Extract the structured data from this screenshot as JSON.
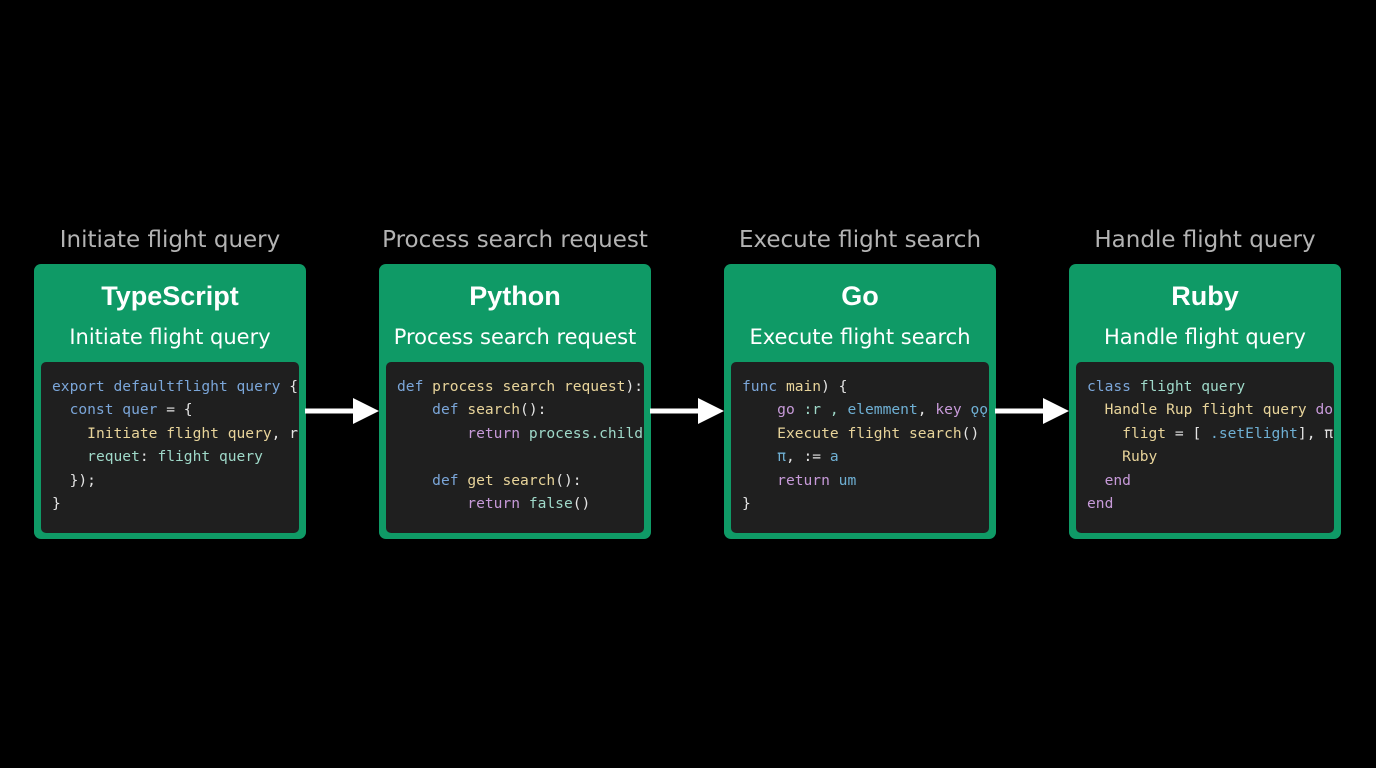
{
  "colors": {
    "background": "#000000",
    "card": "#0f9a66",
    "code_panel": "#1f1f1f",
    "caption": "#b3b3b3",
    "arrow": "#ffffff"
  },
  "stages": [
    {
      "caption": "Initiate flight query",
      "title": "TypeScript",
      "subtitle": "Initiate flight query",
      "code": [
        [
          {
            "t": "export ",
            "c": "kw"
          },
          {
            "t": "defaultflight query ",
            "c": "kw"
          },
          {
            "t": "{",
            "c": "plain"
          }
        ],
        [
          {
            "t": "  ",
            "c": "plain"
          },
          {
            "t": "const ",
            "c": "kw"
          },
          {
            "t": "quer",
            "c": "kw"
          },
          {
            "t": " = {",
            "c": "plain"
          }
        ],
        [
          {
            "t": "    ",
            "c": "plain"
          },
          {
            "t": "Initiate flight query",
            "c": "fn"
          },
          {
            "t": ", r",
            "c": "plain"
          }
        ],
        [
          {
            "t": "    ",
            "c": "plain"
          },
          {
            "t": "requet",
            "c": "prop"
          },
          {
            "t": ": ",
            "c": "plain"
          },
          {
            "t": "flight query",
            "c": "prop"
          }
        ],
        [
          {
            "t": "  });",
            "c": "plain"
          }
        ],
        [
          {
            "t": "}",
            "c": "plain"
          }
        ]
      ]
    },
    {
      "caption": "Process search request",
      "title": "Python",
      "subtitle": "Process search request",
      "code": [
        [
          {
            "t": "def ",
            "c": "kw"
          },
          {
            "t": "process search request",
            "c": "fn"
          },
          {
            "t": "):",
            "c": "plain"
          }
        ],
        [
          {
            "t": "    ",
            "c": "plain"
          },
          {
            "t": "def ",
            "c": "kw"
          },
          {
            "t": "search",
            "c": "fn"
          },
          {
            "t": "():",
            "c": "plain"
          }
        ],
        [
          {
            "t": "        ",
            "c": "plain"
          },
          {
            "t": "return ",
            "c": "ret"
          },
          {
            "t": "process.child",
            "c": "prop"
          }
        ],
        [
          {
            "t": "",
            "c": "plain"
          }
        ],
        [
          {
            "t": "    ",
            "c": "plain"
          },
          {
            "t": "def ",
            "c": "kw"
          },
          {
            "t": "get search",
            "c": "fn"
          },
          {
            "t": "():",
            "c": "plain"
          }
        ],
        [
          {
            "t": "        ",
            "c": "plain"
          },
          {
            "t": "return ",
            "c": "ret"
          },
          {
            "t": "false",
            "c": "prop"
          },
          {
            "t": "()",
            "c": "plain"
          }
        ]
      ]
    },
    {
      "caption": "Execute flight search",
      "title": "Go",
      "subtitle": "Execute flight search",
      "code": [
        [
          {
            "t": "func ",
            "c": "kw"
          },
          {
            "t": "main",
            "c": "fn"
          },
          {
            "t": ") {",
            "c": "plain"
          }
        ],
        [
          {
            "t": "    ",
            "c": "plain"
          },
          {
            "t": "go ",
            "c": "ret"
          },
          {
            "t": ":r , ",
            "c": "prop"
          },
          {
            "t": "elemment",
            "c": "num"
          },
          {
            "t": ", ",
            "c": "plain"
          },
          {
            "t": "key ",
            "c": "ret"
          },
          {
            "t": "ǫǫe",
            "c": "num"
          }
        ],
        [
          {
            "t": "    ",
            "c": "plain"
          },
          {
            "t": "Execute flight search",
            "c": "fn"
          },
          {
            "t": "() -",
            "c": "plain"
          }
        ],
        [
          {
            "t": "    ",
            "c": "plain"
          },
          {
            "t": "π",
            "c": "num"
          },
          {
            "t": ", := ",
            "c": "plain"
          },
          {
            "t": "a",
            "c": "num"
          }
        ],
        [
          {
            "t": "    ",
            "c": "plain"
          },
          {
            "t": "return ",
            "c": "ret"
          },
          {
            "t": "um",
            "c": "num"
          }
        ],
        [
          {
            "t": "}",
            "c": "plain"
          }
        ]
      ]
    },
    {
      "caption": "Handle flight query",
      "title": "Ruby",
      "subtitle": "Handle flight query",
      "code": [
        [
          {
            "t": "class ",
            "c": "kw"
          },
          {
            "t": "flight query",
            "c": "prop"
          }
        ],
        [
          {
            "t": "  ",
            "c": "plain"
          },
          {
            "t": "Handle Rup flight query ",
            "c": "fn"
          },
          {
            "t": "do",
            "c": "ret"
          }
        ],
        [
          {
            "t": "    ",
            "c": "plain"
          },
          {
            "t": "fligt",
            "c": "fn"
          },
          {
            "t": " = [ ",
            "c": "plain"
          },
          {
            "t": ".setElight",
            "c": "num"
          },
          {
            "t": "], π",
            "c": "plain"
          }
        ],
        [
          {
            "t": "    ",
            "c": "plain"
          },
          {
            "t": "Ruby",
            "c": "fn"
          }
        ],
        [
          {
            "t": "  ",
            "c": "plain"
          },
          {
            "t": "end",
            "c": "ret"
          }
        ],
        [
          {
            "t": "end",
            "c": "ret"
          }
        ]
      ]
    }
  ]
}
